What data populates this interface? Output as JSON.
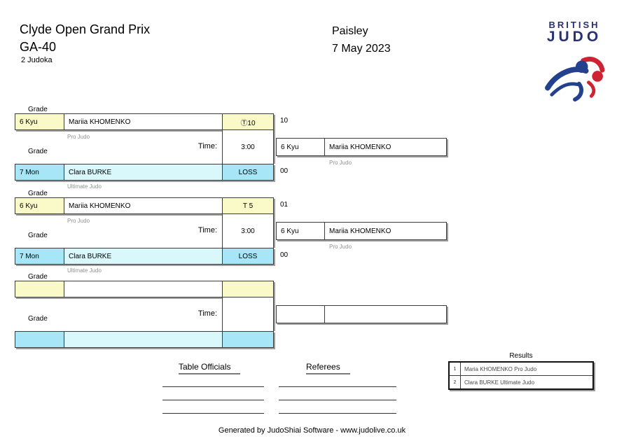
{
  "header": {
    "title": "Clyde Open Grand Prix",
    "category": "GA-40",
    "judoka_count": "2 Judoka",
    "venue": "Paisley",
    "date": "7 May 2023"
  },
  "logo": {
    "line1": "BRITISH",
    "line2": "JUDO"
  },
  "labels": {
    "grade": "Grade",
    "time": "Time:",
    "table_officials": "Table Officials",
    "referees": "Referees",
    "results_title": "Results"
  },
  "matches": [
    {
      "fighter1": {
        "grade": "6 Kyu",
        "name": "Mariia KHOMENKO",
        "club": "Pro Judo",
        "score": "Ⓣ10",
        "points": "10"
      },
      "time": "3:00",
      "fighter2": {
        "grade": "7 Mon",
        "name": "Clara BURKE",
        "club": "Ultimate Judo",
        "score": "LOSS",
        "points": "00"
      },
      "winner": {
        "grade": "6 Kyu",
        "name": "Mariia KHOMENKO",
        "club": "Pro Judo"
      }
    },
    {
      "fighter1": {
        "grade": "6 Kyu",
        "name": "Mariia KHOMENKO",
        "club": "Pro Judo",
        "score": "T 5",
        "points": "01"
      },
      "time": "3:00",
      "fighter2": {
        "grade": "7 Mon",
        "name": "Clara BURKE",
        "club": "Ultimate Judo",
        "score": "LOSS",
        "points": "00"
      },
      "winner": {
        "grade": "6 Kyu",
        "name": "Mariia KHOMENKO",
        "club": "Pro Judo"
      }
    },
    {
      "fighter1": {
        "grade": "",
        "name": "",
        "club": "",
        "score": "",
        "points": ""
      },
      "time": "",
      "fighter2": {
        "grade": "",
        "name": "",
        "club": "",
        "score": "",
        "points": ""
      },
      "winner": {
        "grade": "",
        "name": "",
        "club": ""
      }
    }
  ],
  "results": {
    "rows": [
      {
        "pos": "1",
        "text": "Maria KHOMENKO Pro Judo"
      },
      {
        "pos": "2",
        "text": "Clara BURKE Ultimate Judo"
      }
    ]
  },
  "footer": "Generated by JudoShiai Software - www.judolive.co.uk",
  "colors": {
    "pale_yellow": "#fafac8",
    "cyan": "#a6e6f6",
    "pale_cyan": "#d9f8fc",
    "navy": "#283273",
    "blue": "#24418e",
    "red": "#ce2332"
  }
}
